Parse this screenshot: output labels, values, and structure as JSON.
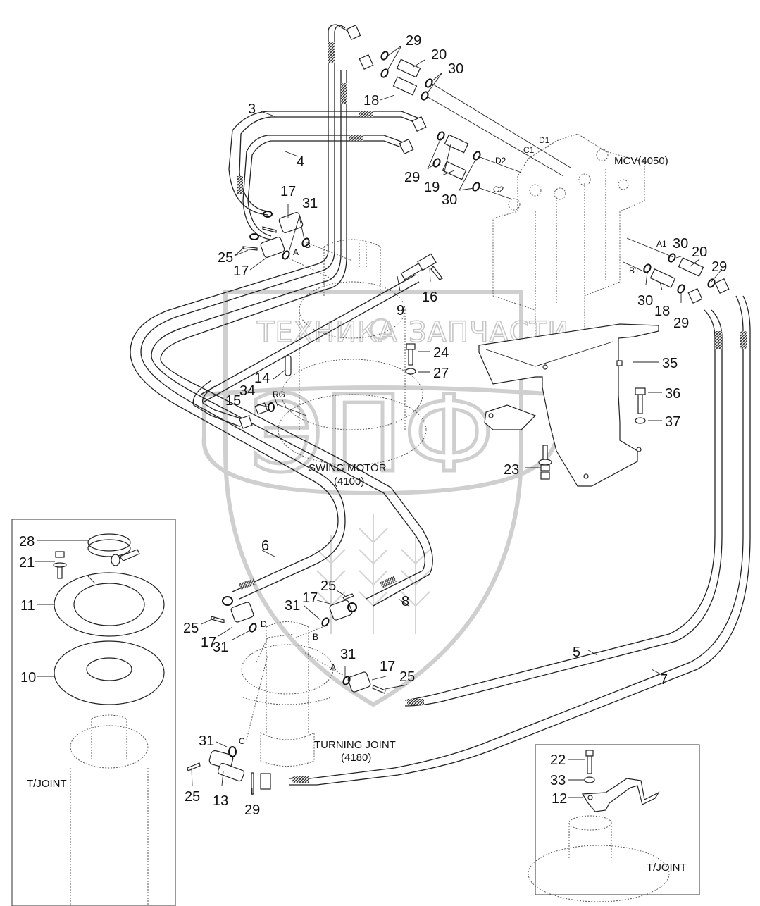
{
  "diagram": {
    "title": "Swing motor / MCV / turning joint hydraulic piping (exploded parts view)",
    "watermark": {
      "text_left": "ТЕХНИКА",
      "text_right": "ЗАПЧАСТИ",
      "logo": "ЭПФ"
    },
    "components": {
      "mcv": "MCV(4050)",
      "swing_motor_line1": "SWING MOTOR",
      "swing_motor_line2": "(4100)",
      "turning_joint_line1": "TURNING JOINT",
      "turning_joint_line2": "(4180)",
      "tjoint_inset_left": "T/JOINT",
      "tjoint_inset_right": "T/JOINT"
    },
    "ports": {
      "D1": "D1",
      "C1": "C1",
      "D2": "D2",
      "C2": "C2",
      "A1": "A1",
      "B1": "B1",
      "motor_A": "A",
      "motor_B": "B",
      "RG": "RG",
      "tj_A": "A",
      "tj_B": "B",
      "tj_C": "C",
      "tj_D": "D"
    },
    "callouts": [
      {
        "id": "c29-top",
        "label": "29"
      },
      {
        "id": "c20-top",
        "label": "20"
      },
      {
        "id": "c30-top",
        "label": "30"
      },
      {
        "id": "c18-top",
        "label": "18"
      },
      {
        "id": "c3",
        "label": "3"
      },
      {
        "id": "c4",
        "label": "4"
      },
      {
        "id": "c29-mid",
        "label": "29"
      },
      {
        "id": "c19",
        "label": "19"
      },
      {
        "id": "c30-mid",
        "label": "30"
      },
      {
        "id": "c17-a",
        "label": "17"
      },
      {
        "id": "c31-a",
        "label": "31"
      },
      {
        "id": "c25-a",
        "label": "25"
      },
      {
        "id": "c17-b",
        "label": "17"
      },
      {
        "id": "c16",
        "label": "16"
      },
      {
        "id": "c9",
        "label": "9"
      },
      {
        "id": "c30-r1",
        "label": "30"
      },
      {
        "id": "c20-r",
        "label": "20"
      },
      {
        "id": "c29-r1",
        "label": "29"
      },
      {
        "id": "c30-r2",
        "label": "30"
      },
      {
        "id": "c18-r",
        "label": "18"
      },
      {
        "id": "c29-r2",
        "label": "29"
      },
      {
        "id": "c24",
        "label": "24"
      },
      {
        "id": "c27",
        "label": "27"
      },
      {
        "id": "c35",
        "label": "35"
      },
      {
        "id": "c14",
        "label": "14"
      },
      {
        "id": "c34",
        "label": "34"
      },
      {
        "id": "c15",
        "label": "15"
      },
      {
        "id": "c36",
        "label": "36"
      },
      {
        "id": "c37",
        "label": "37"
      },
      {
        "id": "c23",
        "label": "23"
      },
      {
        "id": "c28",
        "label": "28"
      },
      {
        "id": "c21",
        "label": "21"
      },
      {
        "id": "c11",
        "label": "11"
      },
      {
        "id": "c10",
        "label": "10"
      },
      {
        "id": "c6",
        "label": "6"
      },
      {
        "id": "c25-b",
        "label": "25"
      },
      {
        "id": "c8",
        "label": "8"
      },
      {
        "id": "c31-b",
        "label": "31"
      },
      {
        "id": "c17-c",
        "label": "17"
      },
      {
        "id": "c25-c",
        "label": "25"
      },
      {
        "id": "c17-d",
        "label": "17"
      },
      {
        "id": "c31-c",
        "label": "31"
      },
      {
        "id": "c31-d",
        "label": "31"
      },
      {
        "id": "c17-e",
        "label": "17"
      },
      {
        "id": "c25-d",
        "label": "25"
      },
      {
        "id": "c5",
        "label": "5"
      },
      {
        "id": "c7",
        "label": "7"
      },
      {
        "id": "c31-e",
        "label": "31"
      },
      {
        "id": "c25-e",
        "label": "25"
      },
      {
        "id": "c13",
        "label": "13"
      },
      {
        "id": "c29-bot",
        "label": "29"
      },
      {
        "id": "c22",
        "label": "22"
      },
      {
        "id": "c33",
        "label": "33"
      },
      {
        "id": "c12",
        "label": "12"
      }
    ]
  }
}
